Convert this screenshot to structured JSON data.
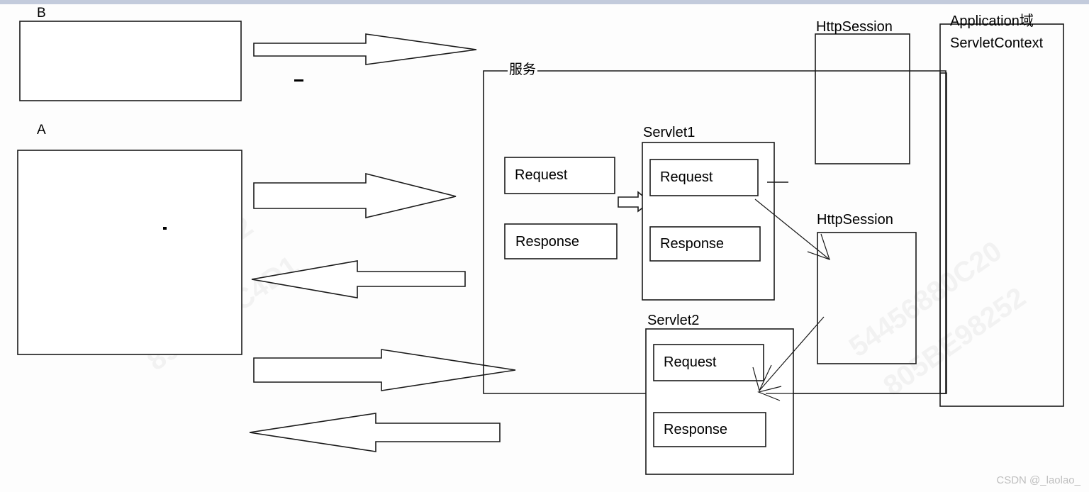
{
  "meta": {
    "watermark": "CSDN @_laolao_",
    "bg_watermark_tokens": [
      "54456880C20",
      "805BE98252",
      "8991DBC4D1",
      "D3"
    ],
    "stroke_color": "#1a1a1a",
    "top_strip_color": "#c3cbdc",
    "background_color": "#fdfdfd"
  },
  "left_panel": {
    "box_b_label": "B",
    "box_a_label": "A"
  },
  "service": {
    "label": "服务"
  },
  "client_io": {
    "request_label": "Request",
    "response_label": "Response"
  },
  "servlet1": {
    "title": "Servlet1",
    "request_label": "Request",
    "response_label": "Response"
  },
  "servlet2": {
    "title": "Servlet2",
    "request_label": "Request",
    "response_label": "Response"
  },
  "session_top": {
    "title": "HttpSession"
  },
  "session_bottom": {
    "title": "HttpSession"
  },
  "application": {
    "title": "Application域",
    "context_label": "ServletContext"
  }
}
